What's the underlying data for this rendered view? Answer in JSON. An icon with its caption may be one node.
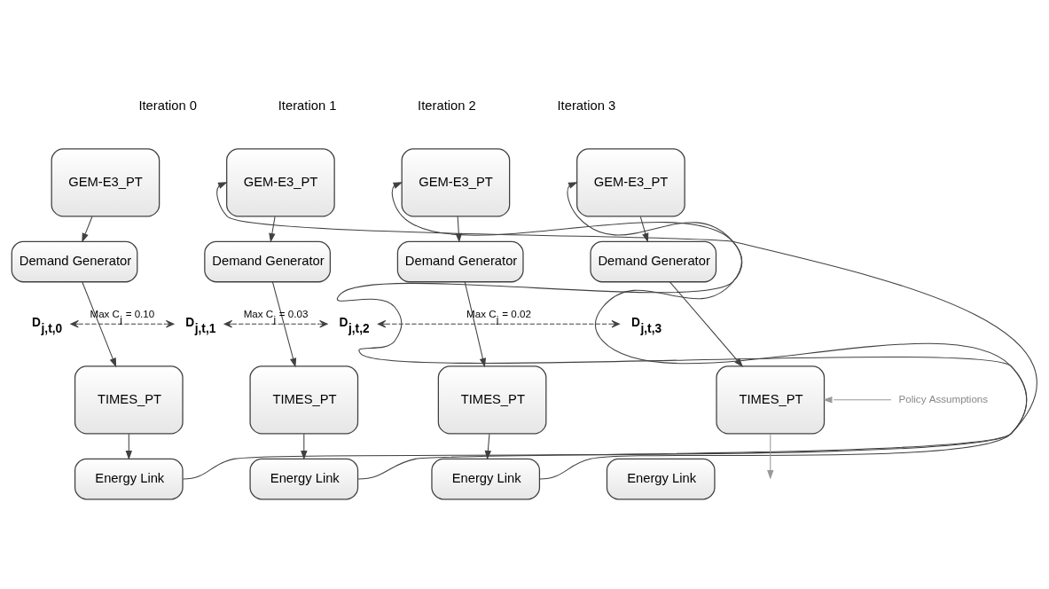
{
  "diagram": {
    "nodes": [
      {
        "text": [
          "GEM-E3_PT"
        ]
      },
      {
        "text": [
          "Demand Generator"
        ]
      },
      {
        "text": [
          "TIMES_PT"
        ]
      },
      {
        "text": [
          "Energy Link"
        ]
      },
      {
        "text": [
          "GEM-E3_PT"
        ]
      },
      {
        "text": [
          "Demand Generator"
        ]
      },
      {
        "text": [
          "TIMES_PT"
        ]
      },
      {
        "text": [
          "Energy Link"
        ]
      },
      {
        "text": [
          "GEM-E3_PT"
        ]
      },
      {
        "text": [
          "Demand Generator"
        ]
      },
      {
        "text": [
          "TIMES_PT"
        ]
      },
      {
        "text": [
          "Energy Link"
        ]
      },
      {
        "text": [
          "GEM-E3_PT"
        ]
      },
      {
        "text": [
          "Demand Generator"
        ]
      },
      {
        "text": [
          "TIMES_PT"
        ]
      },
      {
        "text": [
          "Energy Link"
        ]
      },
      {
        "text": [
          "D$_{j,t,0}$"
        ]
      },
      {
        "text": [
          "D$_{j,t,1}$"
        ]
      },
      {
        "text": [
          "D$_{j,t,2}$"
        ]
      },
      {
        "text": [
          "D$_{j,t,3}$"
        ]
      },
      {
        "text": [
          "Policy Assumptions"
        ]
      }
    ],
    "edges": [
      {
        "from": 0,
        "to": 1,
        "arrow": "to"
      },
      {
        "from": 1,
        "to": 2,
        "arrow": "to"
      },
      {
        "from": 2,
        "to": 3,
        "arrow": "to"
      },
      {
        "from": 4,
        "to": 5,
        "arrow": "to"
      },
      {
        "from": 5,
        "to": 6,
        "arrow": "to"
      },
      {
        "from": 6,
        "to": 7,
        "arrow": "to"
      },
      {
        "from": 8,
        "to": 9,
        "arrow": "to"
      },
      {
        "from": 9,
        "to": 10,
        "arrow": "to"
      },
      {
        "from": 10,
        "to": 11,
        "arrow": "to"
      },
      {
        "from": 12,
        "to": 13,
        "arrow": "to"
      },
      {
        "from": 13,
        "to": 14,
        "arrow": "to"
      },
      {
        "from": 3,
        "to": 4,
        "arrow": "to"
      },
      {
        "from": 7,
        "to": 8,
        "arrow": "to"
      },
      {
        "from": 11,
        "to": 12,
        "arrow": "to"
      },
      {
        "from": 16,
        "to": 17,
        "arrow": "both",
        "style": "dashed",
        "label": "Max C$_{j}$ = 0.10"
      },
      {
        "from": 17,
        "to": 18,
        "arrow": "both",
        "style": "dashed",
        "label": "Max C$_{j}$ = 0.03"
      },
      {
        "from": 18,
        "to": 19,
        "arrow": "both",
        "style": "dashed",
        "label": "Max C$_{j}$ = 0.02"
      },
      {
        "from": 20,
        "to": 14,
        "arrow": "to",
        "color": "#999999"
      },
      {
        "from": 14,
        "to": null,
        "arrow": "to",
        "color": "#999999"
      }
    ],
    "labels": [
      "Iteration 0",
      "Iteration 1",
      "Iteration 2",
      "Iteration 3"
    ]
  }
}
